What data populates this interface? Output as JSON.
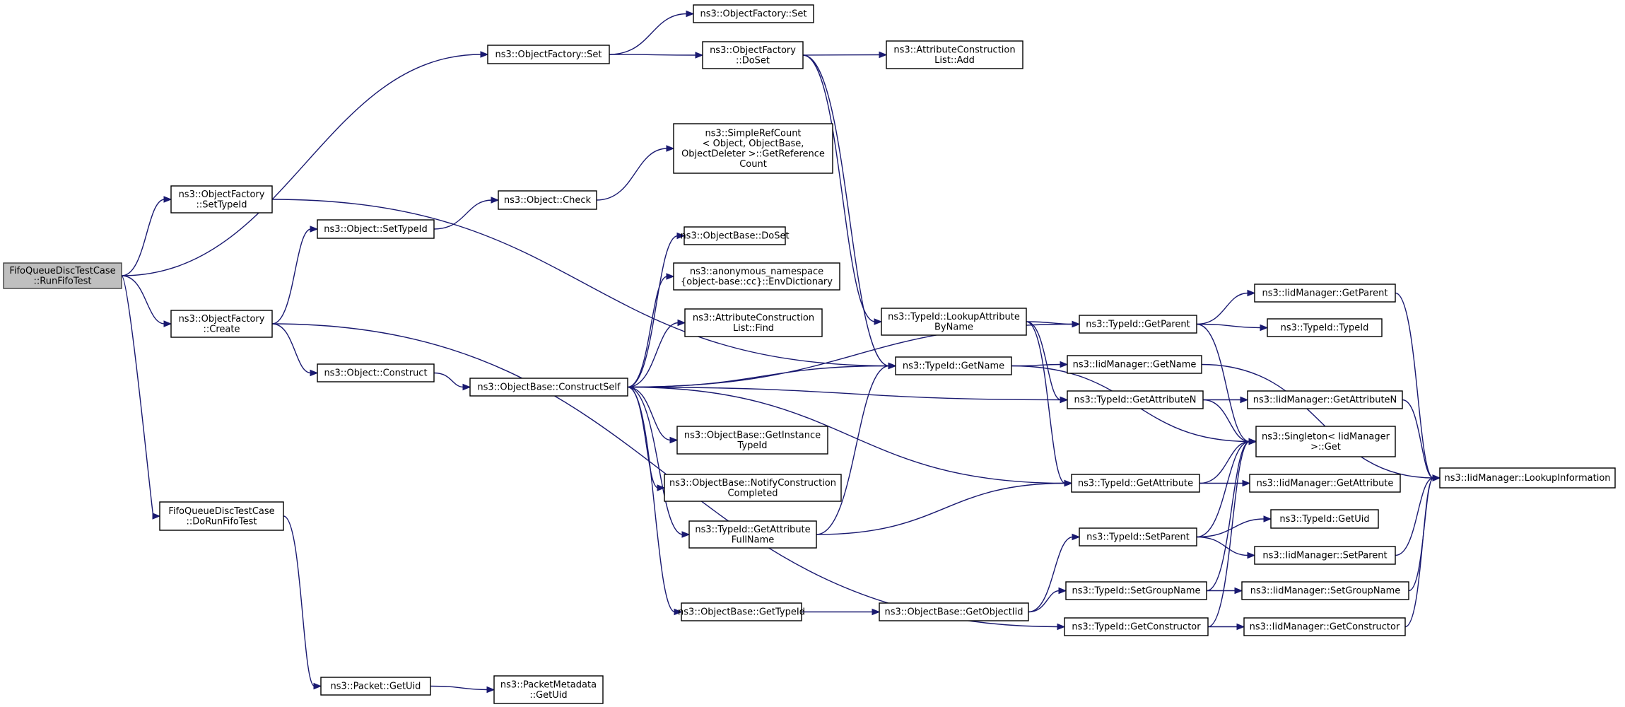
{
  "diagram": {
    "colors": {
      "edge": "#191970",
      "root_fill": "#bfbfbf",
      "node_fill": "#ffffff",
      "node_stroke": "#000000"
    },
    "nodes": [
      {
        "id": "n0",
        "lines": [
          "FifoQueueDiscTestCase",
          "::RunFifoTest"
        ]
      },
      {
        "id": "n1",
        "lines": [
          "ns3::ObjectFactory::Set"
        ]
      },
      {
        "id": "n2",
        "lines": [
          "ns3::ObjectFactory",
          "::SetTypeId"
        ]
      },
      {
        "id": "n3",
        "lines": [
          "ns3::ObjectFactory",
          "::Create"
        ]
      },
      {
        "id": "n4",
        "lines": [
          "FifoQueueDiscTestCase",
          "::DoRunFifoTest"
        ]
      },
      {
        "id": "n5",
        "lines": [
          "ns3::ObjectFactory::Set"
        ]
      },
      {
        "id": "n6",
        "lines": [
          "ns3::ObjectFactory",
          "::DoSet"
        ]
      },
      {
        "id": "n7",
        "lines": [
          "ns3::AttributeConstruction",
          "List::Add"
        ]
      },
      {
        "id": "n8",
        "lines": [
          "ns3::TypeId::LookupAttribute",
          "ByName"
        ]
      },
      {
        "id": "n9",
        "lines": [
          "ns3::TypeId::GetName"
        ]
      },
      {
        "id": "n10",
        "lines": [
          "ns3::Object::SetTypeId"
        ]
      },
      {
        "id": "n11",
        "lines": [
          "ns3::Object::Check"
        ]
      },
      {
        "id": "n12",
        "lines": [
          "ns3::SimpleRefCount",
          "< Object, ObjectBase,",
          "ObjectDeleter >::GetReference",
          "Count"
        ]
      },
      {
        "id": "n13",
        "lines": [
          "ns3::Object::Construct"
        ]
      },
      {
        "id": "n14",
        "lines": [
          "ns3::ObjectBase::ConstructSelf"
        ]
      },
      {
        "id": "n15",
        "lines": [
          "ns3::ObjectBase::DoSet"
        ]
      },
      {
        "id": "n16",
        "lines": [
          "ns3::anonymous_namespace",
          "{object-base::cc}::EnvDictionary"
        ]
      },
      {
        "id": "n17",
        "lines": [
          "ns3::AttributeConstruction",
          "List::Find"
        ]
      },
      {
        "id": "n18",
        "lines": [
          "ns3::ObjectBase::GetInstance",
          "TypeId"
        ]
      },
      {
        "id": "n19",
        "lines": [
          "ns3::ObjectBase::NotifyConstruction",
          "Completed"
        ]
      },
      {
        "id": "n20",
        "lines": [
          "ns3::TypeId::GetAttribute",
          "FullName"
        ]
      },
      {
        "id": "n21",
        "lines": [
          "ns3::ObjectBase::GetTypeId"
        ]
      },
      {
        "id": "n22",
        "lines": [
          "ns3::ObjectBase::GetObjectIid"
        ]
      },
      {
        "id": "n23",
        "lines": [
          "ns3::Packet::GetUid"
        ]
      },
      {
        "id": "n24",
        "lines": [
          "ns3::PacketMetadata",
          "::GetUid"
        ]
      },
      {
        "id": "n25",
        "lines": [
          "ns3::TypeId::GetParent"
        ]
      },
      {
        "id": "n26",
        "lines": [
          "ns3::IidManager::GetName"
        ]
      },
      {
        "id": "n27",
        "lines": [
          "ns3::TypeId::GetAttributeN"
        ]
      },
      {
        "id": "n28",
        "lines": [
          "ns3::TypeId::GetAttribute"
        ]
      },
      {
        "id": "n29",
        "lines": [
          "ns3::TypeId::SetParent"
        ]
      },
      {
        "id": "n30",
        "lines": [
          "ns3::TypeId::SetGroupName"
        ]
      },
      {
        "id": "n31",
        "lines": [
          "ns3::TypeId::GetConstructor"
        ]
      },
      {
        "id": "n32",
        "lines": [
          "ns3::IidManager::GetParent"
        ]
      },
      {
        "id": "n33",
        "lines": [
          "ns3::TypeId::TypeId"
        ]
      },
      {
        "id": "n34",
        "lines": [
          "ns3::IidManager::GetAttributeN"
        ]
      },
      {
        "id": "n35",
        "lines": [
          "ns3::Singleton< IidManager",
          ">::Get"
        ]
      },
      {
        "id": "n36",
        "lines": [
          "ns3::IidManager::GetAttribute"
        ]
      },
      {
        "id": "n37",
        "lines": [
          "ns3::TypeId::GetUid"
        ]
      },
      {
        "id": "n38",
        "lines": [
          "ns3::IidManager::SetParent"
        ]
      },
      {
        "id": "n39",
        "lines": [
          "ns3::IidManager::SetGroupName"
        ]
      },
      {
        "id": "n40",
        "lines": [
          "ns3::IidManager::GetConstructor"
        ]
      },
      {
        "id": "n41",
        "lines": [
          "ns3::IidManager::LookupInformation"
        ]
      }
    ],
    "edges": [
      [
        "n0",
        "n1"
      ],
      [
        "n0",
        "n2"
      ],
      [
        "n0",
        "n3"
      ],
      [
        "n0",
        "n4"
      ],
      [
        "n1",
        "n5"
      ],
      [
        "n1",
        "n6"
      ],
      [
        "n6",
        "n7"
      ],
      [
        "n6",
        "n8"
      ],
      [
        "n6",
        "n9"
      ],
      [
        "n2",
        "n9"
      ],
      [
        "n3",
        "n10"
      ],
      [
        "n3",
        "n13"
      ],
      [
        "n3",
        "n31"
      ],
      [
        "n10",
        "n11"
      ],
      [
        "n11",
        "n12"
      ],
      [
        "n13",
        "n14"
      ],
      [
        "n14",
        "n15"
      ],
      [
        "n14",
        "n16"
      ],
      [
        "n14",
        "n17"
      ],
      [
        "n14",
        "n9"
      ],
      [
        "n14",
        "n25"
      ],
      [
        "n14",
        "n27"
      ],
      [
        "n14",
        "n18"
      ],
      [
        "n14",
        "n19"
      ],
      [
        "n14",
        "n20"
      ],
      [
        "n14",
        "n28"
      ],
      [
        "n14",
        "n21"
      ],
      [
        "n20",
        "n9"
      ],
      [
        "n20",
        "n28"
      ],
      [
        "n21",
        "n22"
      ],
      [
        "n22",
        "n29"
      ],
      [
        "n22",
        "n30"
      ],
      [
        "n4",
        "n23"
      ],
      [
        "n23",
        "n24"
      ],
      [
        "n8",
        "n25"
      ],
      [
        "n8",
        "n27"
      ],
      [
        "n8",
        "n28"
      ],
      [
        "n9",
        "n26"
      ],
      [
        "n9",
        "n35"
      ],
      [
        "n25",
        "n32"
      ],
      [
        "n25",
        "n33"
      ],
      [
        "n25",
        "n35"
      ],
      [
        "n26",
        "n41"
      ],
      [
        "n27",
        "n34"
      ],
      [
        "n27",
        "n35"
      ],
      [
        "n28",
        "n36"
      ],
      [
        "n28",
        "n35"
      ],
      [
        "n29",
        "n37"
      ],
      [
        "n29",
        "n38"
      ],
      [
        "n29",
        "n35"
      ],
      [
        "n30",
        "n39"
      ],
      [
        "n30",
        "n35"
      ],
      [
        "n31",
        "n40"
      ],
      [
        "n31",
        "n35"
      ],
      [
        "n32",
        "n41"
      ],
      [
        "n34",
        "n41"
      ],
      [
        "n38",
        "n41"
      ],
      [
        "n39",
        "n41"
      ],
      [
        "n40",
        "n41"
      ]
    ]
  }
}
